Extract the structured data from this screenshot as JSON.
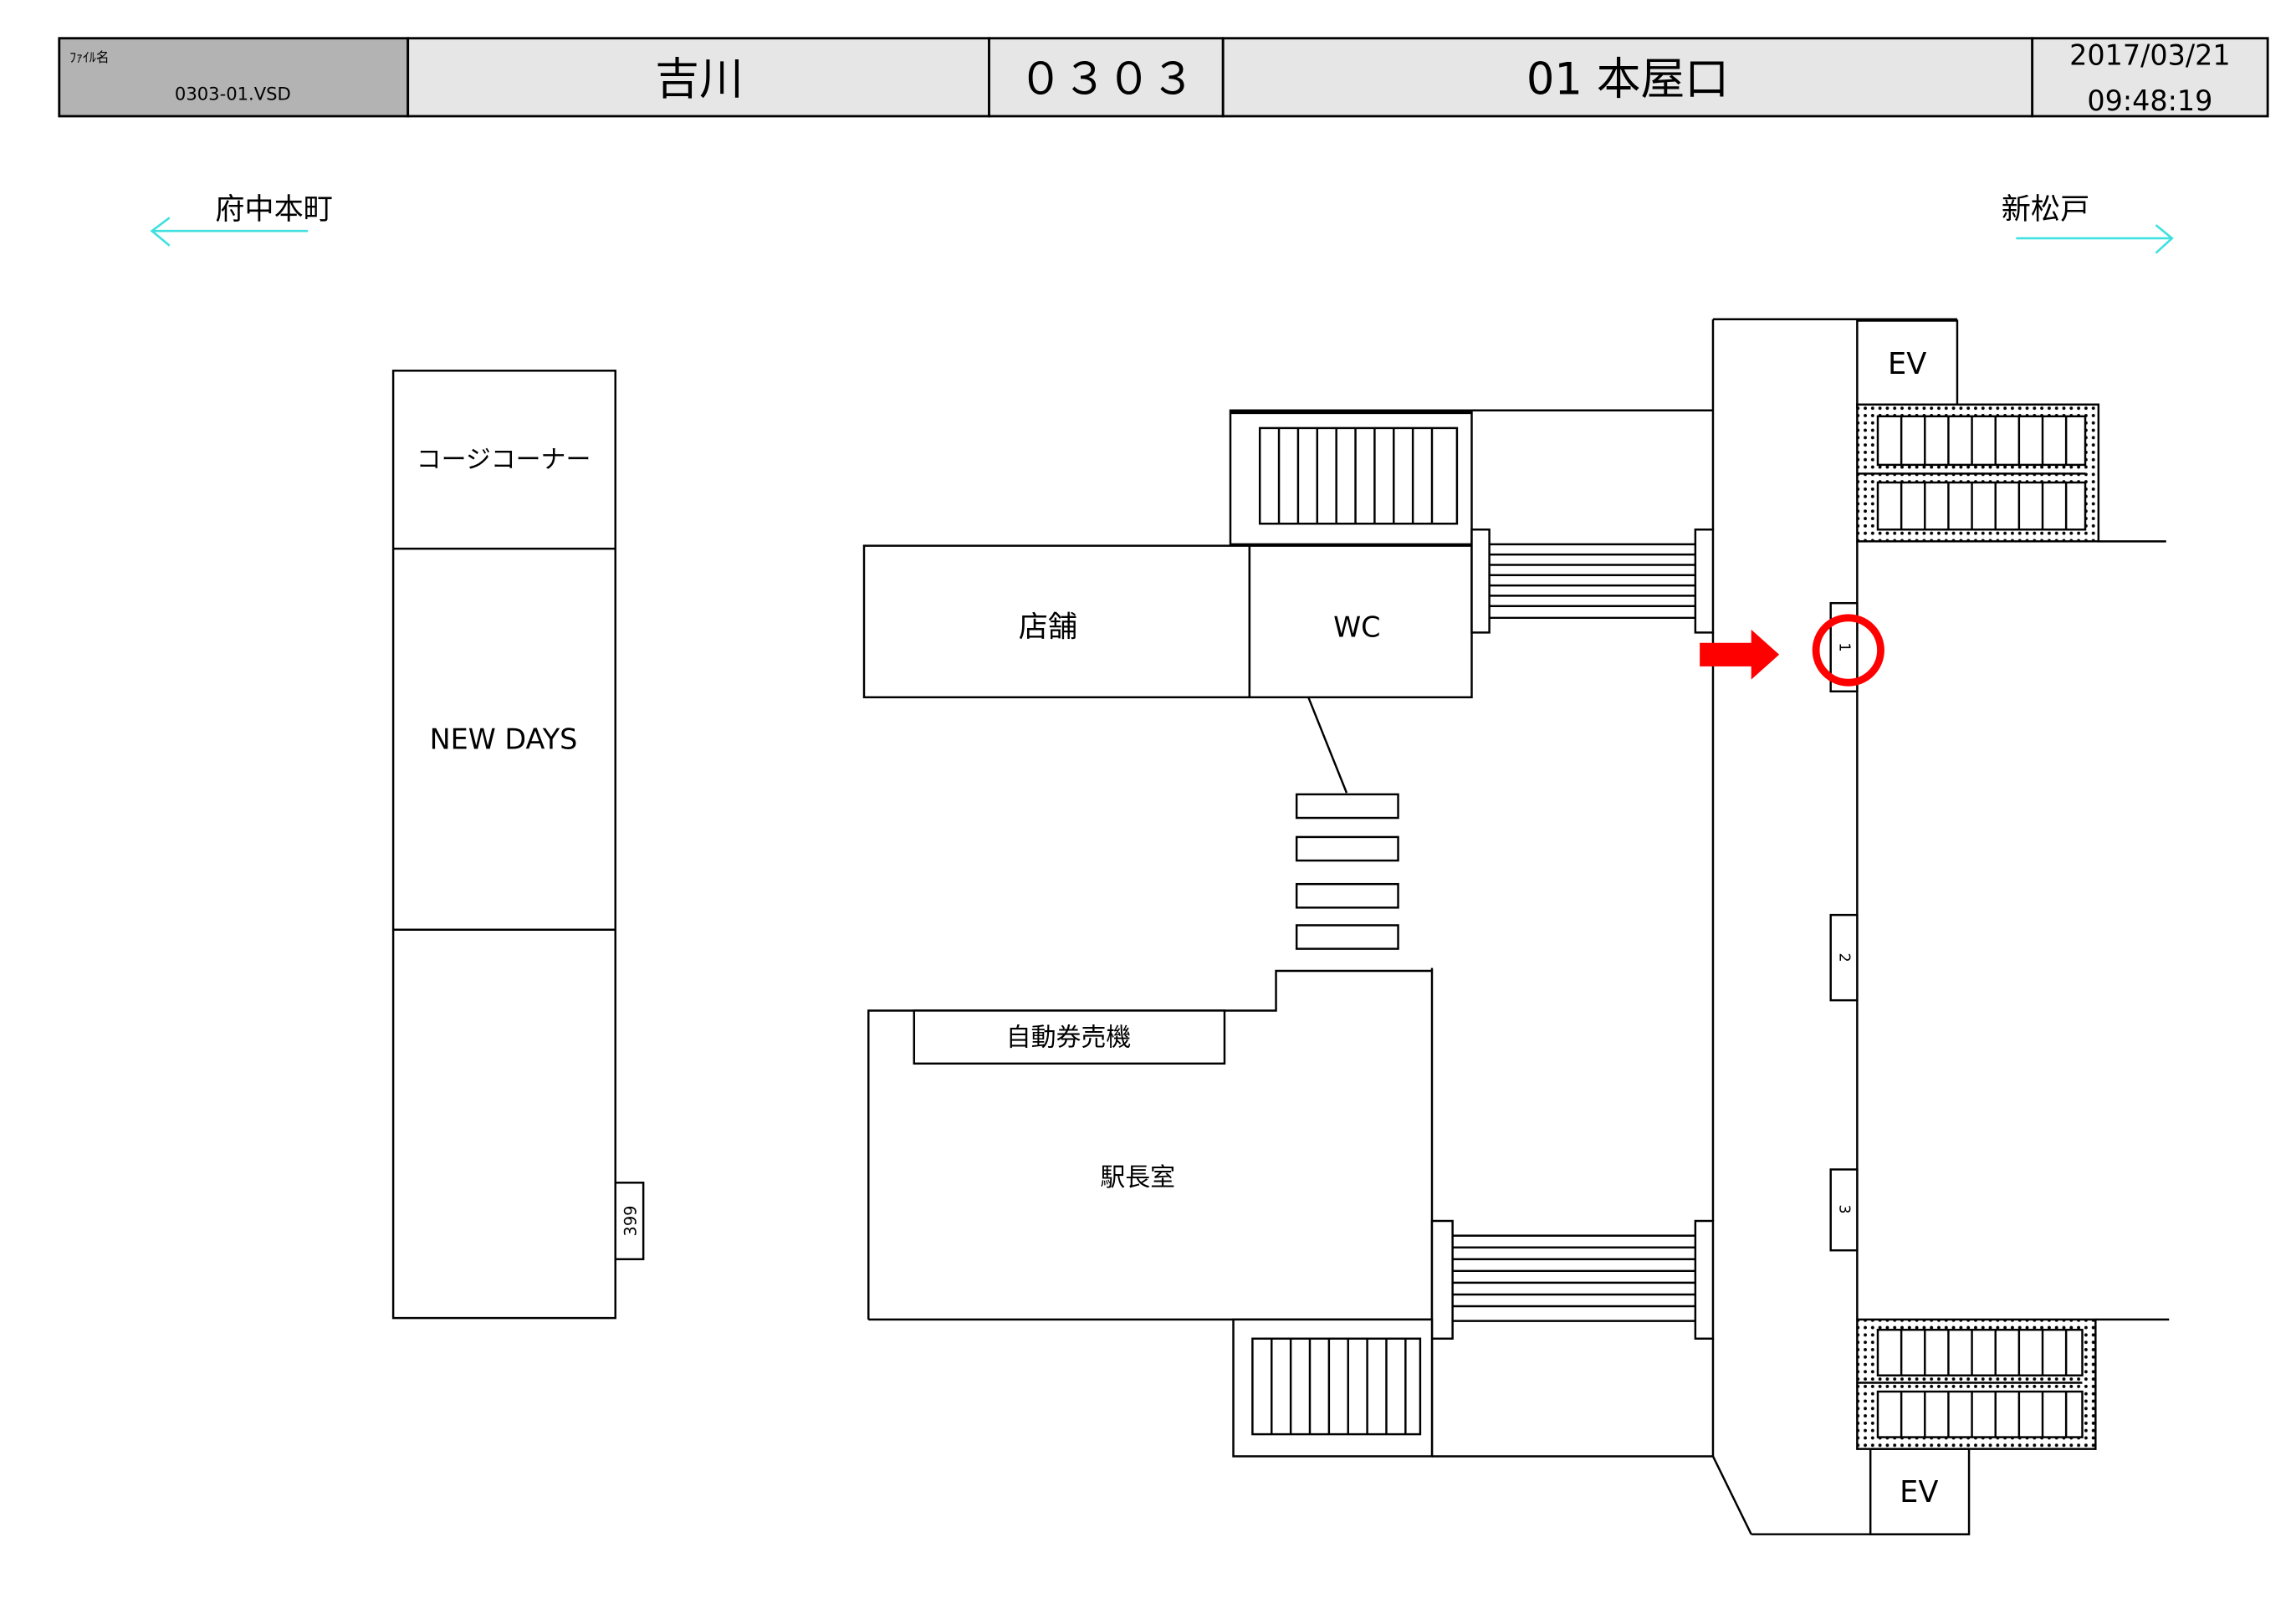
{
  "header": {
    "file_label": "ﾌｧｲﾙ名",
    "file_name": "0303-01.VSD",
    "station_name": "吉川",
    "station_code": "０３０３",
    "exit_name": "01  本屋口",
    "date": "2017/03/21",
    "time": "09:48:19"
  },
  "directions": {
    "left": "府中本町",
    "right": "新松戸"
  },
  "rooms": {
    "coin_corner": "コージコーナー",
    "new_days": "NEW  DAYS",
    "shop": "店舗",
    "wc": "WC",
    "ticket_machine": "自動券売機",
    "station_master": "駅長室",
    "ev_top": "EV",
    "ev_bottom": "EV",
    "locker": "399"
  },
  "gates": [
    "1",
    "2",
    "3"
  ],
  "colors": {
    "direction_arrow": "#40e0e0",
    "highlight": "#ff0000",
    "header_file_bg": "#b3b3b3",
    "header_bg": "#e6e6e6"
  }
}
